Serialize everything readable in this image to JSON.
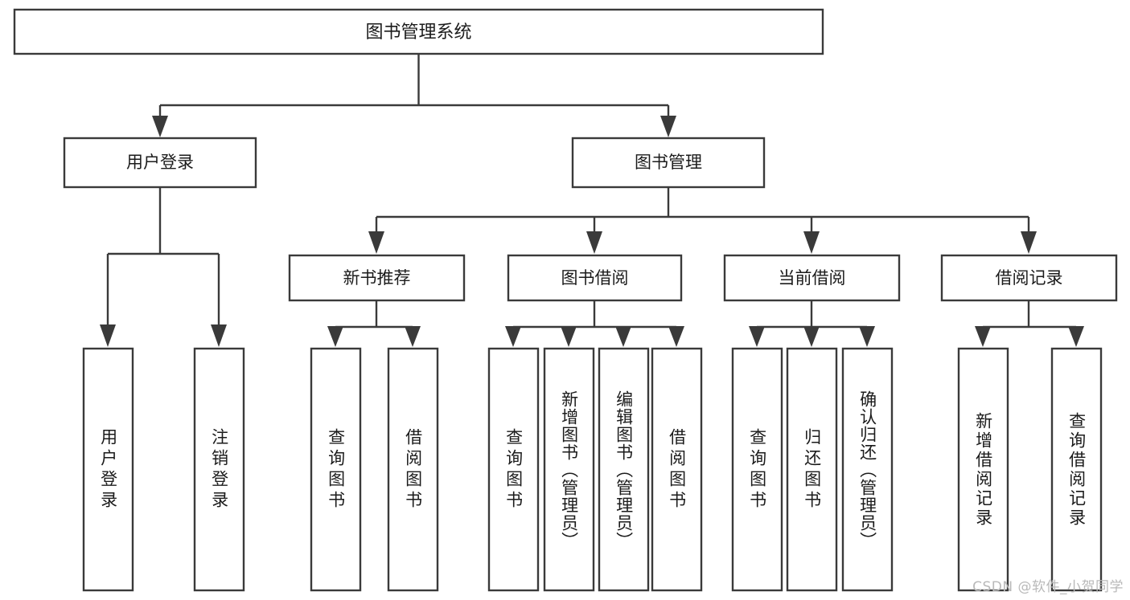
{
  "diagram": {
    "type": "tree-hierarchy",
    "title": "图书管理系统",
    "watermark": "CSDN @软件_小贺同学",
    "colors": {
      "stroke": "#3a3a3a",
      "fill": "#ffffff",
      "text": "#1b1b1b",
      "watermark": "#b9b9b9",
      "background": "#ffffff"
    },
    "root": {
      "label": "图书管理系统"
    },
    "level2": [
      {
        "label": "用户登录"
      },
      {
        "label": "图书管理"
      }
    ],
    "level3": [
      {
        "label": "新书推荐"
      },
      {
        "label": "图书借阅"
      },
      {
        "label": "当前借阅"
      },
      {
        "label": "借阅记录"
      }
    ],
    "leaves": {
      "user_login": [
        {
          "label": "用户登录"
        },
        {
          "label": "注销登录"
        }
      ],
      "new_book_recommend": [
        {
          "label": "查询图书"
        },
        {
          "label": "借阅图书"
        }
      ],
      "book_borrow": [
        {
          "label": "查询图书"
        },
        {
          "label": "新增图书（管理员）"
        },
        {
          "label": "编辑图书（管理员）"
        },
        {
          "label": "借阅图书"
        }
      ],
      "current_borrow": [
        {
          "label": "查询图书"
        },
        {
          "label": "归还图书"
        },
        {
          "label": "确认归还（管理员）"
        }
      ],
      "borrow_record": [
        {
          "label": "新增借阅记录"
        },
        {
          "label": "查询借阅记录"
        }
      ]
    }
  }
}
